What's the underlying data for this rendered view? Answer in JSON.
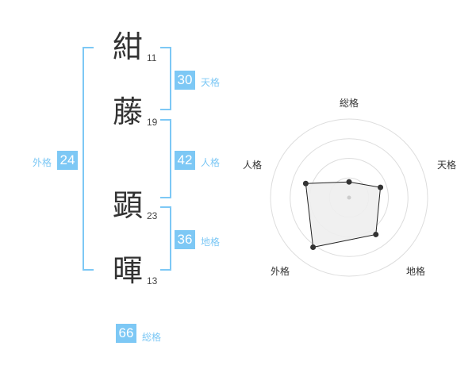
{
  "name_chars": [
    {
      "char": "紺",
      "strokes": "11"
    },
    {
      "char": "藤",
      "strokes": "19"
    },
    {
      "char": "顕",
      "strokes": "23"
    },
    {
      "char": "暉",
      "strokes": "13"
    }
  ],
  "kaku": {
    "tenkaku": {
      "value": "30",
      "label": "天格"
    },
    "jinkaku": {
      "value": "42",
      "label": "人格"
    },
    "chikaku": {
      "value": "36",
      "label": "地格"
    },
    "gaikaku": {
      "value": "24",
      "label": "外格"
    },
    "soukaku": {
      "value": "66",
      "label": "総格"
    }
  },
  "colors": {
    "accent": "#7dc8f5",
    "text": "#333333",
    "radar_fill": "#eeeeee",
    "radar_ring": "#dddddd"
  },
  "chart_data": {
    "type": "radar",
    "axes": [
      "総格",
      "天格",
      "地格",
      "外格",
      "人格"
    ],
    "values": [
      0.2,
      0.42,
      0.58,
      0.78,
      0.58
    ],
    "max": 1,
    "rings": 4
  }
}
